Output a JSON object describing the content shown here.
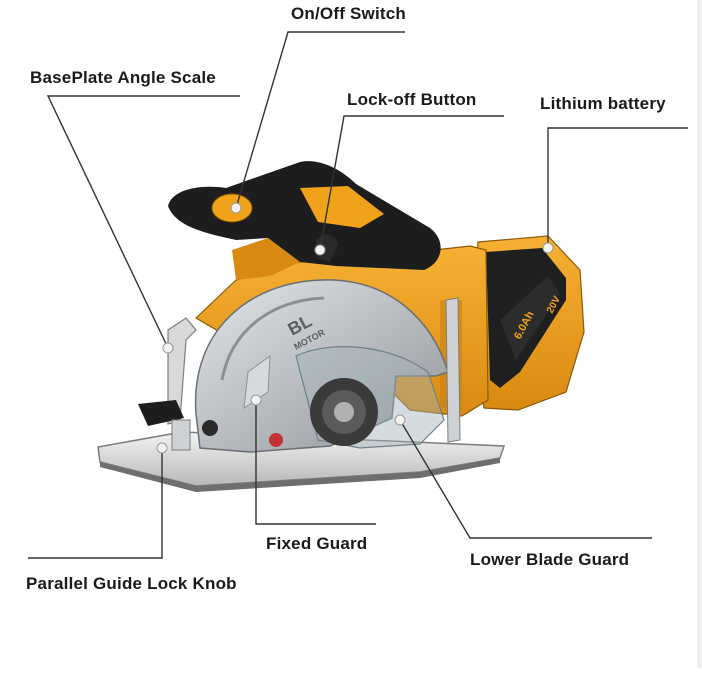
{
  "labels": {
    "on_off_switch": "On/Off Switch",
    "baseplate_angle_scale": "BasePlate Angle Scale",
    "lock_off_button": "Lock-off Button",
    "lithium_battery": "Lithium battery",
    "fixed_guard": "Fixed Guard",
    "lower_blade_guard": "Lower Blade Guard",
    "parallel_guide_lock_knob": "Parallel Guide Lock Knob"
  },
  "product_marks": {
    "motor_badge": "BL",
    "motor_text": "MOTOR",
    "battery_capacity": "6.0Ah",
    "battery_voltage": "20V"
  },
  "colors": {
    "body_orange": "#f1a21b",
    "handle_black": "#1d1d1d",
    "guard_silver": "#bfc3c7",
    "leader_line": "#333333",
    "dot": "#f2f2f2"
  }
}
